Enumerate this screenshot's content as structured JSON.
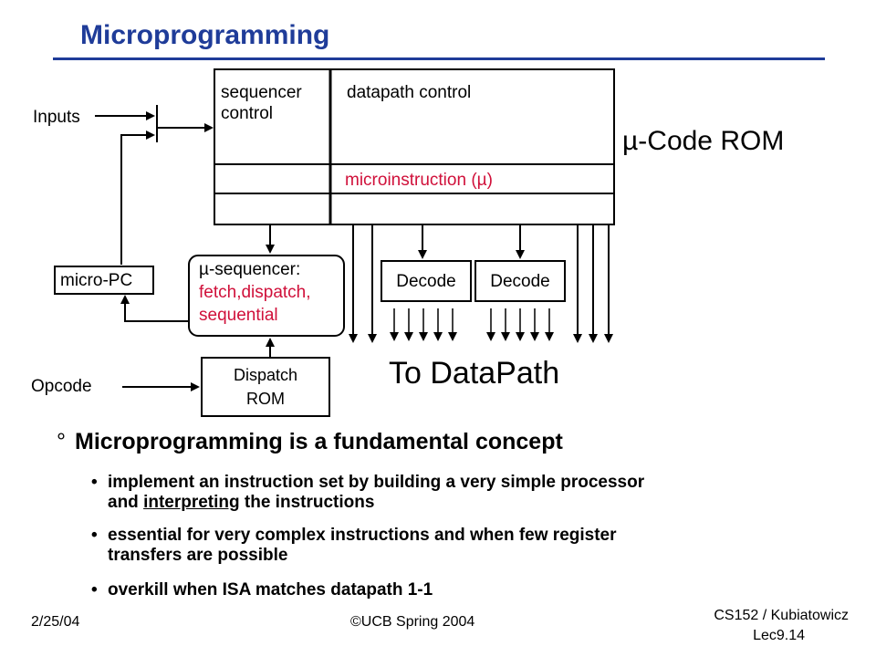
{
  "slide": {
    "title": "Microprogramming"
  },
  "diagram": {
    "rom": {
      "sequencer_control_line1": "sequencer",
      "sequencer_control_line2": "control",
      "datapath_control": "datapath control",
      "microinstruction": "microinstruction (µ)",
      "rom_label": "µ-Code ROM"
    },
    "inputs_label": "Inputs",
    "micro_pc_label": "micro-PC",
    "sequencer": {
      "line1": "µ-sequencer:",
      "line2": "fetch,dispatch,",
      "line3": "sequential"
    },
    "decode1": "Decode",
    "decode2": "Decode",
    "to_datapath": "To DataPath",
    "opcode_label": "Opcode",
    "dispatch_rom_line1": "Dispatch",
    "dispatch_rom_line2": "ROM"
  },
  "bullets": {
    "main": "Microprogramming is a fundamental concept",
    "main_marker": "°",
    "items": [
      {
        "pre": "implement an instruction set by building a very simple processor",
        "line2_pre": "and ",
        "line2_u": "interpreting",
        "line2_post": " the instructions"
      },
      {
        "line1": "essential for very complex instructions and when few register",
        "line2": "transfers are possible"
      },
      {
        "line1": "overkill when ISA matches datapath 1-1"
      }
    ]
  },
  "footer": {
    "date": "2/25/04",
    "copyright": "©UCB Spring 2004",
    "course": "CS152 / Kubiatowicz",
    "lecture": "Lec9.14"
  },
  "colors": {
    "title": "#1f3c99",
    "accent_red": "#d0103a"
  }
}
